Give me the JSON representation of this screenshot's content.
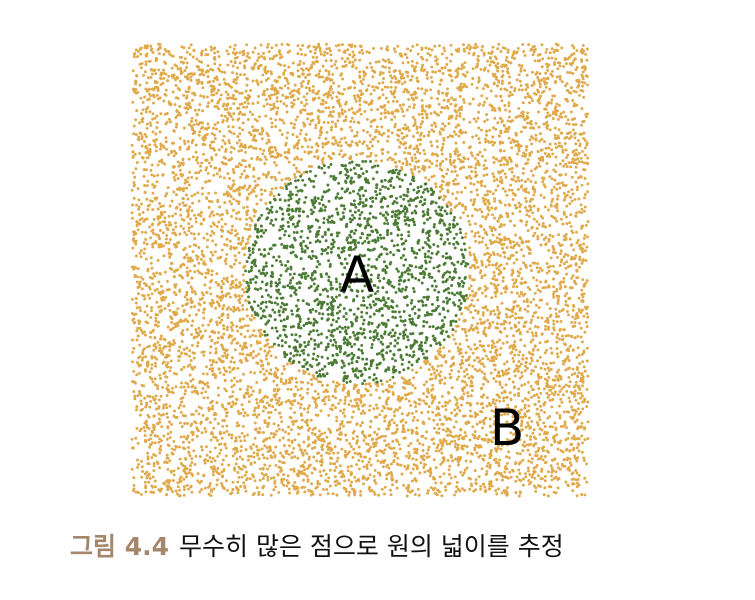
{
  "figure": {
    "region_a_label": "A",
    "region_b_label": "B",
    "colors": {
      "square_dots": "#e0a94a",
      "circle_dots": "#4c7c35",
      "caption_number": "#a4876b"
    }
  },
  "caption": {
    "number": "그림 4.4",
    "text": "무수히 많은 점으로 원의 넓이를 추정"
  }
}
